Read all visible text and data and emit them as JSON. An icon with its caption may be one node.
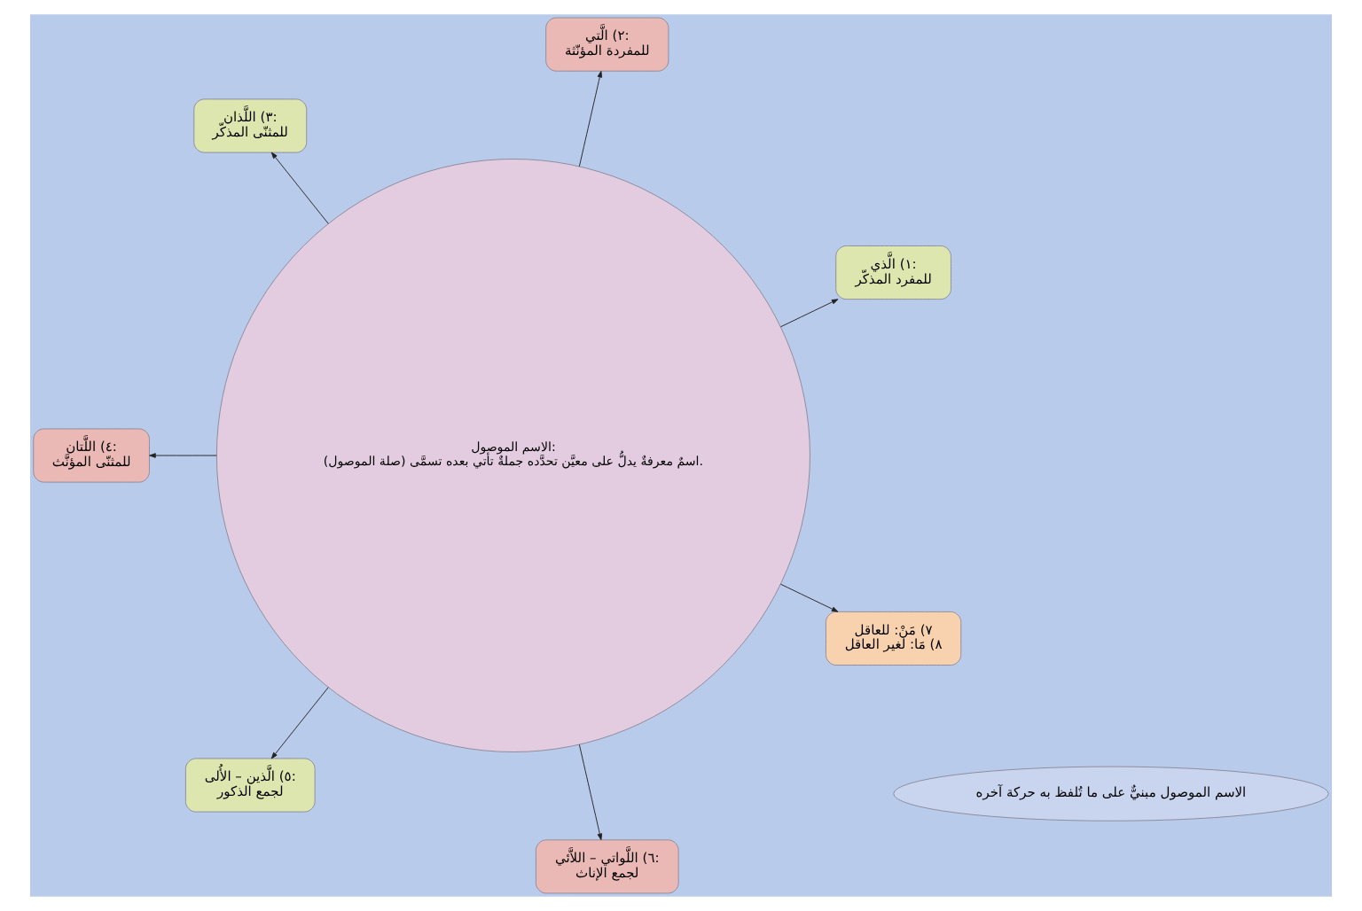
{
  "diagram": {
    "nodes": [
      {
        "text": [
          "الاسم الموصول مبنيٌّ على ما تُلفظ به حركة آخره"
        ]
      },
      {
        "text": [
          "الاسم الموصول:",
          "اسمٌ معرفةٌ يدلُّ على معيَّن تحدَّده جملةٌ تأتي بعده تسمَّى (صلة الموصول)."
        ]
      },
      {
        "text": [
          "١) الَّذي:",
          "للمفرد المذكّر"
        ]
      },
      {
        "text": [
          "٢) الَّتي:",
          "للمفردة المؤنّثة"
        ]
      },
      {
        "text": [
          "٣) اللَّذان:",
          "للمثنّى المذكّر"
        ]
      },
      {
        "text": [
          "٤) اللَّتان:",
          "للمثنّى المؤنَّث"
        ]
      },
      {
        "text": [
          "٥) الَّذين – الأُلى:",
          "لجمع الذكور"
        ]
      },
      {
        "text": [
          "٦) اللَّواتي – اللاَّئي:",
          "لجمع الإناث"
        ]
      },
      {
        "text": [
          "٧) مَنْ: للعاقل",
          "٨) مَا: لغير العاقل"
        ]
      }
    ],
    "edges": [
      {
        "from": 1,
        "to": 2,
        "arrow": "to"
      },
      {
        "from": 1,
        "to": 3,
        "arrow": "to"
      },
      {
        "from": 1,
        "to": 4,
        "arrow": "to"
      },
      {
        "from": 1,
        "to": 5,
        "arrow": "to"
      },
      {
        "from": 1,
        "to": 6,
        "arrow": "to"
      },
      {
        "from": 1,
        "to": 7,
        "arrow": "to"
      },
      {
        "from": 1,
        "to": 8,
        "arrow": "to"
      }
    ]
  }
}
